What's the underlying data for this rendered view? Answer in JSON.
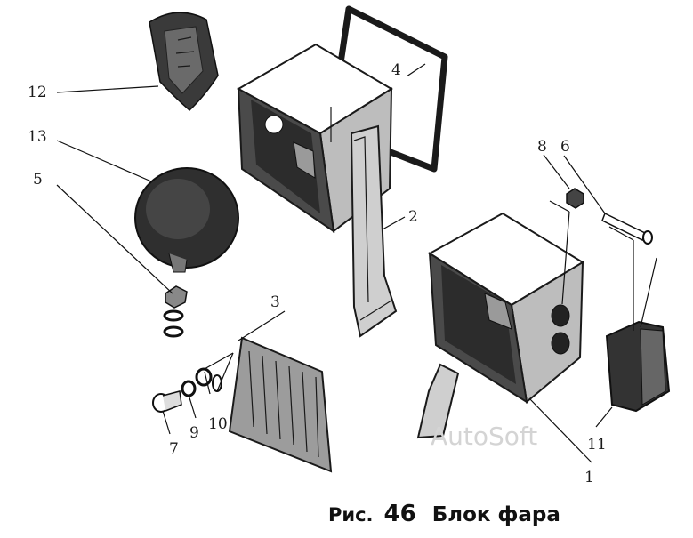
{
  "caption": {
    "prefix": "Рис.",
    "number": "46",
    "title": "Блок фара"
  },
  "watermark": "AutoSoft",
  "parts": [
    {
      "id": "p1",
      "label": "1"
    },
    {
      "id": "p2",
      "label": "2"
    },
    {
      "id": "p3",
      "label": "3"
    },
    {
      "id": "p4",
      "label": "4"
    },
    {
      "id": "p5",
      "label": "5"
    },
    {
      "id": "p6",
      "label": "6"
    },
    {
      "id": "p7",
      "label": "7"
    },
    {
      "id": "p8",
      "label": "8"
    },
    {
      "id": "p9",
      "label": "9"
    },
    {
      "id": "p10",
      "label": "10"
    },
    {
      "id": "p11",
      "label": "11"
    },
    {
      "id": "p12",
      "label": "12"
    },
    {
      "id": "p13",
      "label": "13"
    }
  ]
}
